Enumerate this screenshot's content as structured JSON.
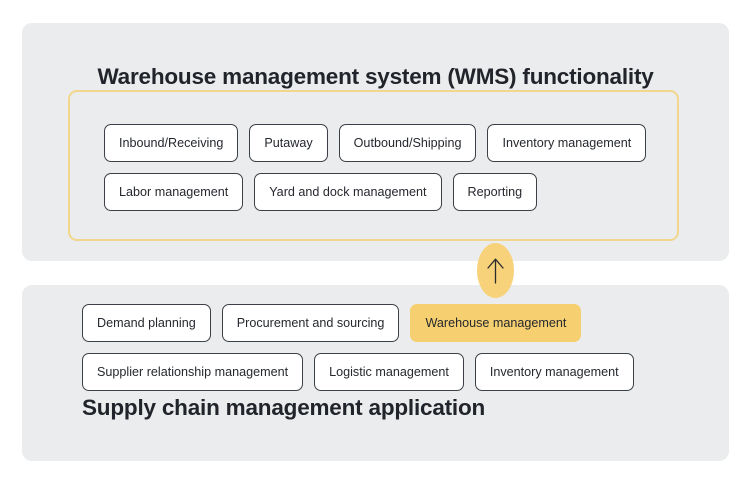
{
  "diagram": {
    "theme": {
      "page_background": "#ffffff",
      "panel_background": "#ebecee",
      "chip_background": "#ffffff",
      "chip_border": "#3c4046",
      "accent": "#f6cf70",
      "frame_border": "#f2d68d",
      "text": "#25282d",
      "title_text": "#21242a"
    },
    "wms_panel": {
      "title": "Warehouse management system (WMS) functionality",
      "frame_rows": [
        {
          "chips": [
            {
              "label": "Inbound/Receiving",
              "highlighted": false
            },
            {
              "label": "Putaway",
              "highlighted": false
            },
            {
              "label": "Outbound/Shipping",
              "highlighted": false
            },
            {
              "label": "Inventory management",
              "highlighted": false
            }
          ]
        },
        {
          "chips": [
            {
              "label": "Labor management",
              "highlighted": false
            },
            {
              "label": "Yard and dock management",
              "highlighted": false
            },
            {
              "label": "Reporting",
              "highlighted": false
            }
          ]
        }
      ]
    },
    "connector": {
      "icon": "up-arrow-icon",
      "glyph": "↑",
      "direction": "up",
      "badge_color": "#f7d27a"
    },
    "scm_panel": {
      "title": "Supply chain management application",
      "rows": [
        {
          "chips": [
            {
              "label": "Demand planning",
              "highlighted": false
            },
            {
              "label": "Procurement and sourcing",
              "highlighted": false
            },
            {
              "label": "Warehouse management",
              "highlighted": true
            }
          ]
        },
        {
          "chips": [
            {
              "label": "Supplier relationship management",
              "highlighted": false
            },
            {
              "label": "Logistic management",
              "highlighted": false
            },
            {
              "label": "Inventory management",
              "highlighted": false
            }
          ]
        }
      ]
    }
  }
}
